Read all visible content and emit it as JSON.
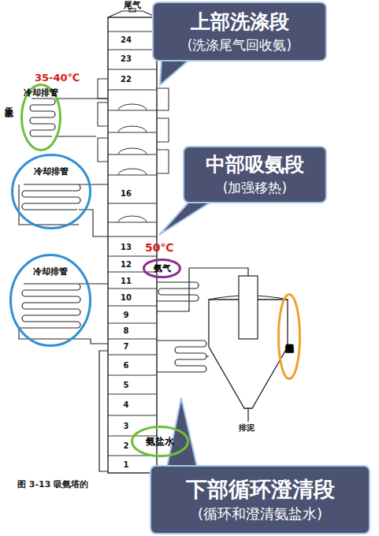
{
  "diagram": {
    "caption": "图 3-13 吸氨塔的",
    "nodes": [
      {
        "text": [
          "上部洗涤段",
          "(洗涤尾气回收氨)"
        ]
      },
      {
        "text": [
          "冷却排管"
        ]
      },
      {
        "text": [
          "冷却排管"
        ]
      },
      {
        "text": [
          "中部吸氨段",
          "(加强移热)"
        ]
      },
      {
        "text": [
          "氨气"
        ]
      },
      {
        "text": [
          "冷却排管"
        ]
      },
      {
        "text": [
          "氨盐水澄清桶"
        ]
      },
      {
        "text": [
          "氨盐水"
        ]
      },
      {
        "text": [
          "下部循环澄清段",
          "(循环和澄清氨盐水)"
        ]
      }
    ],
    "labels": [
      "尾气",
      "24",
      "23",
      "22",
      "16",
      "13",
      "12",
      "11",
      "10",
      "9",
      "8",
      "7",
      "6",
      "5",
      "4",
      "3",
      "2",
      "1",
      "35-40℃",
      "二次盐水",
      "50℃",
      "排泥"
    ]
  }
}
